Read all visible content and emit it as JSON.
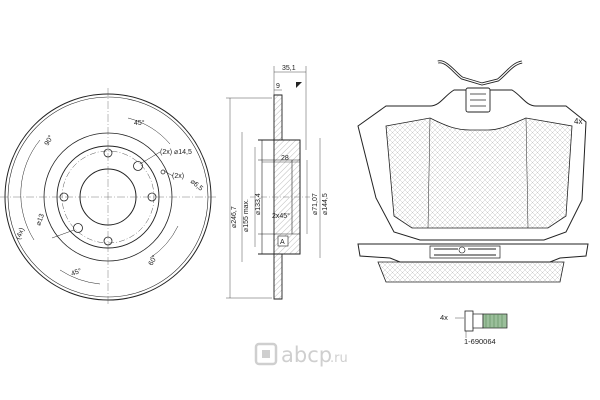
{
  "disc_front": {
    "angle_top": "45°",
    "angle_upper_left": "90°",
    "angle_lower_left": "45°",
    "angle_lower_right": "60°",
    "hole_1": "(2x)",
    "hole_1_dia": "⌀14,5",
    "hole_2": "(2x)",
    "hole_2_dia": "⌀6,5",
    "hole_3": "(4x)",
    "hole_3_dia": "⌀13"
  },
  "disc_section": {
    "top_width": "35,1",
    "top_inner": "9",
    "hub_width": "28",
    "outer_dia": "⌀246,7",
    "friction_dia": "⌀155 max.",
    "hub_dia": "⌀133,4",
    "center_dia": "⌀71,07",
    "flange_dia": "⌀144,5",
    "chamfer": "2x45°",
    "datum": "A"
  },
  "pads": {
    "quantity": "4x"
  },
  "bolt": {
    "quantity": "4x",
    "part_number": "1-690064"
  },
  "watermark": {
    "text": "abcp",
    "suffix": ".ru"
  },
  "colors": {
    "line": "#222222",
    "hatch": "#555555",
    "watermark": "#cfcfcf",
    "thread": "#5a8a5a"
  }
}
